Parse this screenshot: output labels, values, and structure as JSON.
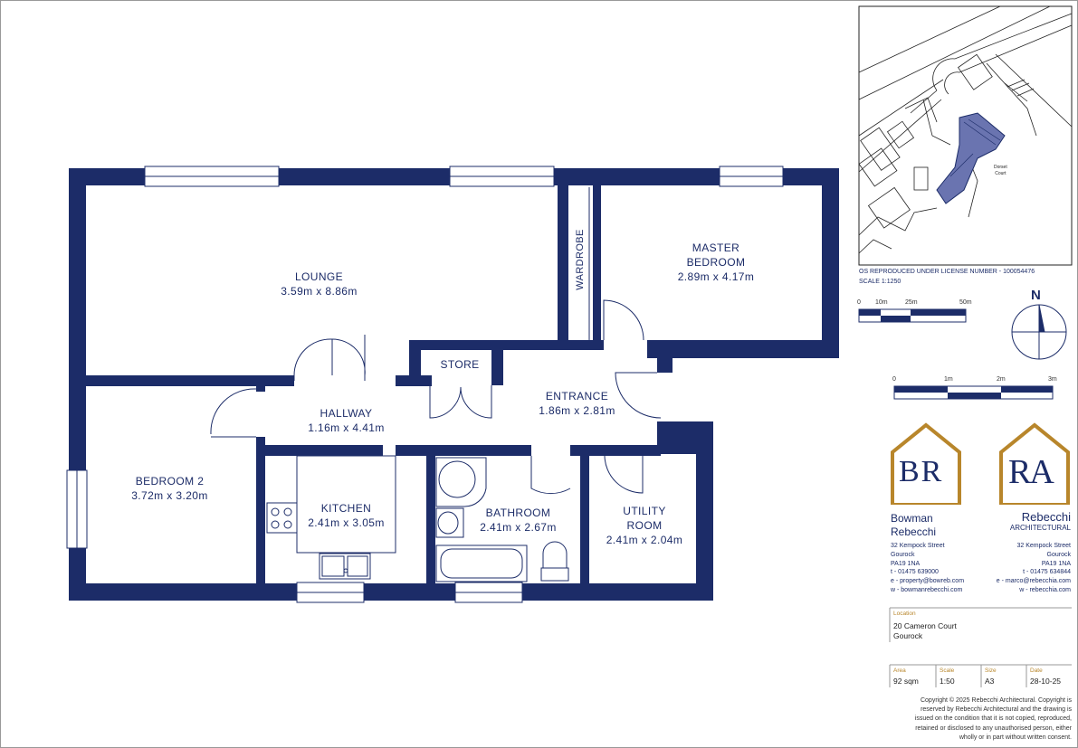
{
  "rooms": {
    "lounge": {
      "name": "LOUNGE",
      "dims": "3.59m x 8.86m"
    },
    "master": {
      "name1": "MASTER",
      "name2": "BEDROOM",
      "dims": "2.89m x 4.17m"
    },
    "wardrobe": {
      "name": "WARDROBE"
    },
    "store": {
      "name": "STORE"
    },
    "entrance": {
      "name": "ENTRANCE",
      "dims": "1.86m x 2.81m"
    },
    "hallway": {
      "name": "HALLWAY",
      "dims": "1.16m x 4.41m"
    },
    "bedroom2": {
      "name": "BEDROOM 2",
      "dims": "3.72m x 3.20m"
    },
    "kitchen": {
      "name": "KITCHEN",
      "dims": "2.41m x 3.05m"
    },
    "bathroom": {
      "name": "BATHROOM",
      "dims": "2.41m x 2.67m"
    },
    "utility": {
      "name1": "UTILITY",
      "name2": "ROOM",
      "dims": "2.41m x 2.04m"
    }
  },
  "site_map": {
    "label_court1": "Dorset",
    "label_court2": "Court",
    "license": "OS REPRODUCED UNDER LICENSE NUMBER - 100054476",
    "scale": "SCALE 1:1250",
    "scale_ticks": [
      "0",
      "10m",
      "25m",
      "50m"
    ]
  },
  "plan_scale": {
    "ticks": [
      "0",
      "1m",
      "2m",
      "3m"
    ]
  },
  "north_arrow": {
    "label": "N"
  },
  "branding": {
    "br": {
      "monogram": "BR",
      "name1": "Bowman",
      "name2": "Rebecchi",
      "address1": "32 Kempock Street",
      "address2": "Gourock",
      "address3": "PA19 1NA",
      "phone": "t - 01475 639000",
      "email": "e - property@bowreb.com",
      "web": "w - bowmanrebecchi.com"
    },
    "ra": {
      "monogram": "RA",
      "name1": "Rebecchi",
      "name2": "ARCHITECTURAL",
      "address1": "32 Kempock Street",
      "address2": "Gourock",
      "address3": "PA19 1NA",
      "phone": "t - 01475 634844",
      "email": "e - marco@rebecchia.com",
      "web": "w - rebecchia.com"
    },
    "gold": "#b8862b",
    "navy": "#1c2c68"
  },
  "title_block": {
    "location_label": "Location",
    "location1": "20 Cameron Court",
    "location2": "Gourock",
    "area_label": "Area",
    "area": "92 sqm",
    "scale_label": "Scale",
    "scale": "1:50",
    "size_label": "Size",
    "size": "A3",
    "date_label": "Date",
    "date": "28-10-25",
    "copyright1": "Copyright © 2025 Rebecchi Architectural. Copyright is",
    "copyright2": "reserved by Rebecchi Architectural and the drawing is",
    "copyright3": "issued on the condition that it is not copied, reproduced,",
    "copyright4": "retained or disclosed to any unauthorised person, either",
    "copyright5": "wholly or in part without written consent."
  },
  "colors": {
    "wall": "#1c2c68",
    "map_line": "#222222",
    "gold": "#b8862b"
  }
}
